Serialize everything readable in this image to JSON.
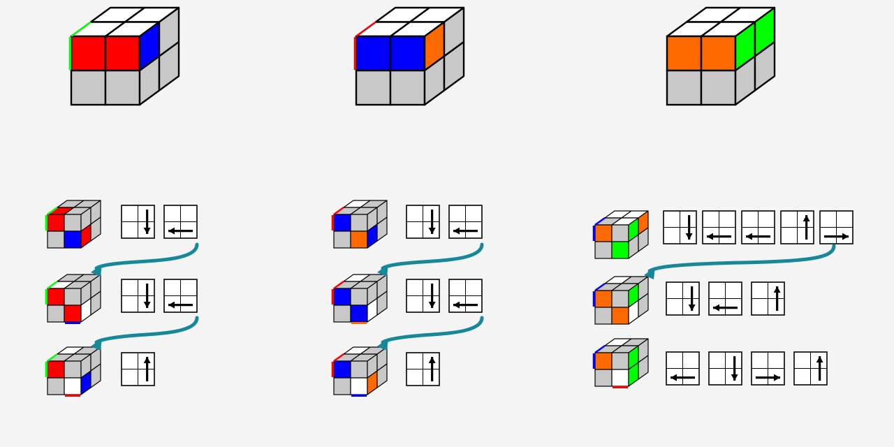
{
  "colors": {
    "background": "#f4f4f4",
    "red": "#ff0000",
    "blue": "#0000ff",
    "orange": "#ff6a00",
    "green": "#00ff00",
    "white": "#ffffff",
    "gray": "#c8c8c8",
    "teal_arrow": "#17879a",
    "outline": "#000000"
  },
  "columns": [
    {
      "id": "left",
      "big_cube": {
        "top": [
          "w",
          "w",
          "w",
          "w"
        ],
        "front": [
          "red",
          "red",
          "gray",
          "gray"
        ],
        "right": [
          "blue",
          "gray",
          "gray",
          "gray"
        ],
        "left_edge": "green"
      },
      "cases": [
        {
          "cube": {
            "top": [
              "gray",
              "gray",
              "red",
              "gray"
            ],
            "front": [
              "red",
              "gray",
              "gray",
              "blue"
            ],
            "right": [
              "gray",
              "gray",
              "red",
              "gray"
            ],
            "left_edge": "green",
            "bottom_edge": "none"
          },
          "moves": [
            {
              "dir": "down",
              "line": "right"
            },
            {
              "dir": "left",
              "line": "bottom"
            }
          ]
        },
        {
          "cube": {
            "top": [
              "gray",
              "gray",
              "w",
              "gray"
            ],
            "front": [
              "red",
              "gray",
              "gray",
              "red"
            ],
            "right": [
              "gray",
              "gray",
              "w",
              "gray"
            ],
            "left_edge": "green",
            "bottom_edge": "blue"
          },
          "moves": [
            {
              "dir": "down",
              "line": "right"
            },
            {
              "dir": "left",
              "line": "bottom"
            }
          ]
        },
        {
          "cube": {
            "top": [
              "w",
              "gray",
              "gray",
              "gray"
            ],
            "front": [
              "red",
              "gray",
              "gray",
              "w"
            ],
            "right": [
              "gray",
              "gray",
              "blue",
              "gray"
            ],
            "left_edge": "green",
            "bottom_edge": "red"
          },
          "moves": [
            {
              "dir": "up",
              "line": "right"
            }
          ]
        }
      ]
    },
    {
      "id": "middle",
      "big_cube": {
        "top": [
          "w",
          "w",
          "w",
          "w"
        ],
        "front": [
          "blue",
          "blue",
          "gray",
          "gray"
        ],
        "right": [
          "orange",
          "gray",
          "gray",
          "gray"
        ],
        "left_edge": "red"
      },
      "cases": [
        {
          "cube": {
            "top": [
              "w",
              "gray",
              "gray",
              "gray"
            ],
            "front": [
              "blue",
              "gray",
              "gray",
              "orange"
            ],
            "right": [
              "gray",
              "gray",
              "blue",
              "gray"
            ],
            "left_edge": "red",
            "bottom_edge": "none"
          },
          "moves": [
            {
              "dir": "down",
              "line": "right"
            },
            {
              "dir": "left",
              "line": "bottom"
            }
          ]
        },
        {
          "cube": {
            "top": [
              "w",
              "gray",
              "gray",
              "gray"
            ],
            "front": [
              "blue",
              "gray",
              "gray",
              "blue"
            ],
            "right": [
              "gray",
              "gray",
              "w",
              "gray"
            ],
            "left_edge": "red",
            "bottom_edge": "orange"
          },
          "moves": [
            {
              "dir": "down",
              "line": "right"
            },
            {
              "dir": "left",
              "line": "bottom"
            }
          ]
        },
        {
          "cube": {
            "top": [
              "w",
              "gray",
              "gray",
              "gray"
            ],
            "front": [
              "blue",
              "gray",
              "gray",
              "w"
            ],
            "right": [
              "gray",
              "gray",
              "orange",
              "gray"
            ],
            "left_edge": "red",
            "bottom_edge": "blue"
          },
          "moves": [
            {
              "dir": "up",
              "line": "right"
            }
          ]
        }
      ]
    },
    {
      "id": "right",
      "big_cube": {
        "top": [
          "w",
          "w",
          "w",
          "w"
        ],
        "front": [
          "orange",
          "orange",
          "gray",
          "gray"
        ],
        "right": [
          "green",
          "green",
          "gray",
          "gray"
        ],
        "left_edge": "none"
      },
      "cases": [
        {
          "cube": {
            "top": [
              "w",
              "w",
              "gray",
              "w"
            ],
            "front": [
              "orange",
              "gray",
              "gray",
              "green"
            ],
            "right": [
              "green",
              "orange",
              "gray",
              "gray"
            ],
            "left_edge": "blue",
            "bottom_edge": "none"
          },
          "moves": [
            {
              "dir": "down",
              "line": "right"
            },
            {
              "dir": "left",
              "line": "bottom"
            },
            {
              "dir": "left",
              "line": "bottom"
            },
            {
              "dir": "up",
              "line": "right"
            },
            {
              "dir": "right",
              "line": "bottom"
            }
          ]
        },
        {
          "cube": {
            "top": [
              "w",
              "gray",
              "gray",
              "gray"
            ],
            "front": [
              "orange",
              "gray",
              "gray",
              "orange"
            ],
            "right": [
              "green",
              "gray",
              "w",
              "gray"
            ],
            "left_edge": "blue",
            "bottom_edge": "none"
          },
          "moves": [
            {
              "dir": "down",
              "line": "right"
            },
            {
              "dir": "left",
              "line": "bottom"
            },
            {
              "dir": "up",
              "line": "right"
            }
          ]
        },
        {
          "cube": {
            "top": [
              "w",
              "gray",
              "gray",
              "gray"
            ],
            "front": [
              "orange",
              "gray",
              "gray",
              "w"
            ],
            "right": [
              "green",
              "gray",
              "green",
              "gray"
            ],
            "left_edge": "blue",
            "bottom_edge": "red"
          },
          "moves": [
            {
              "dir": "left",
              "line": "bottom"
            },
            {
              "dir": "down",
              "line": "right"
            },
            {
              "dir": "right",
              "line": "bottom"
            },
            {
              "dir": "up",
              "line": "right"
            }
          ]
        }
      ]
    }
  ]
}
